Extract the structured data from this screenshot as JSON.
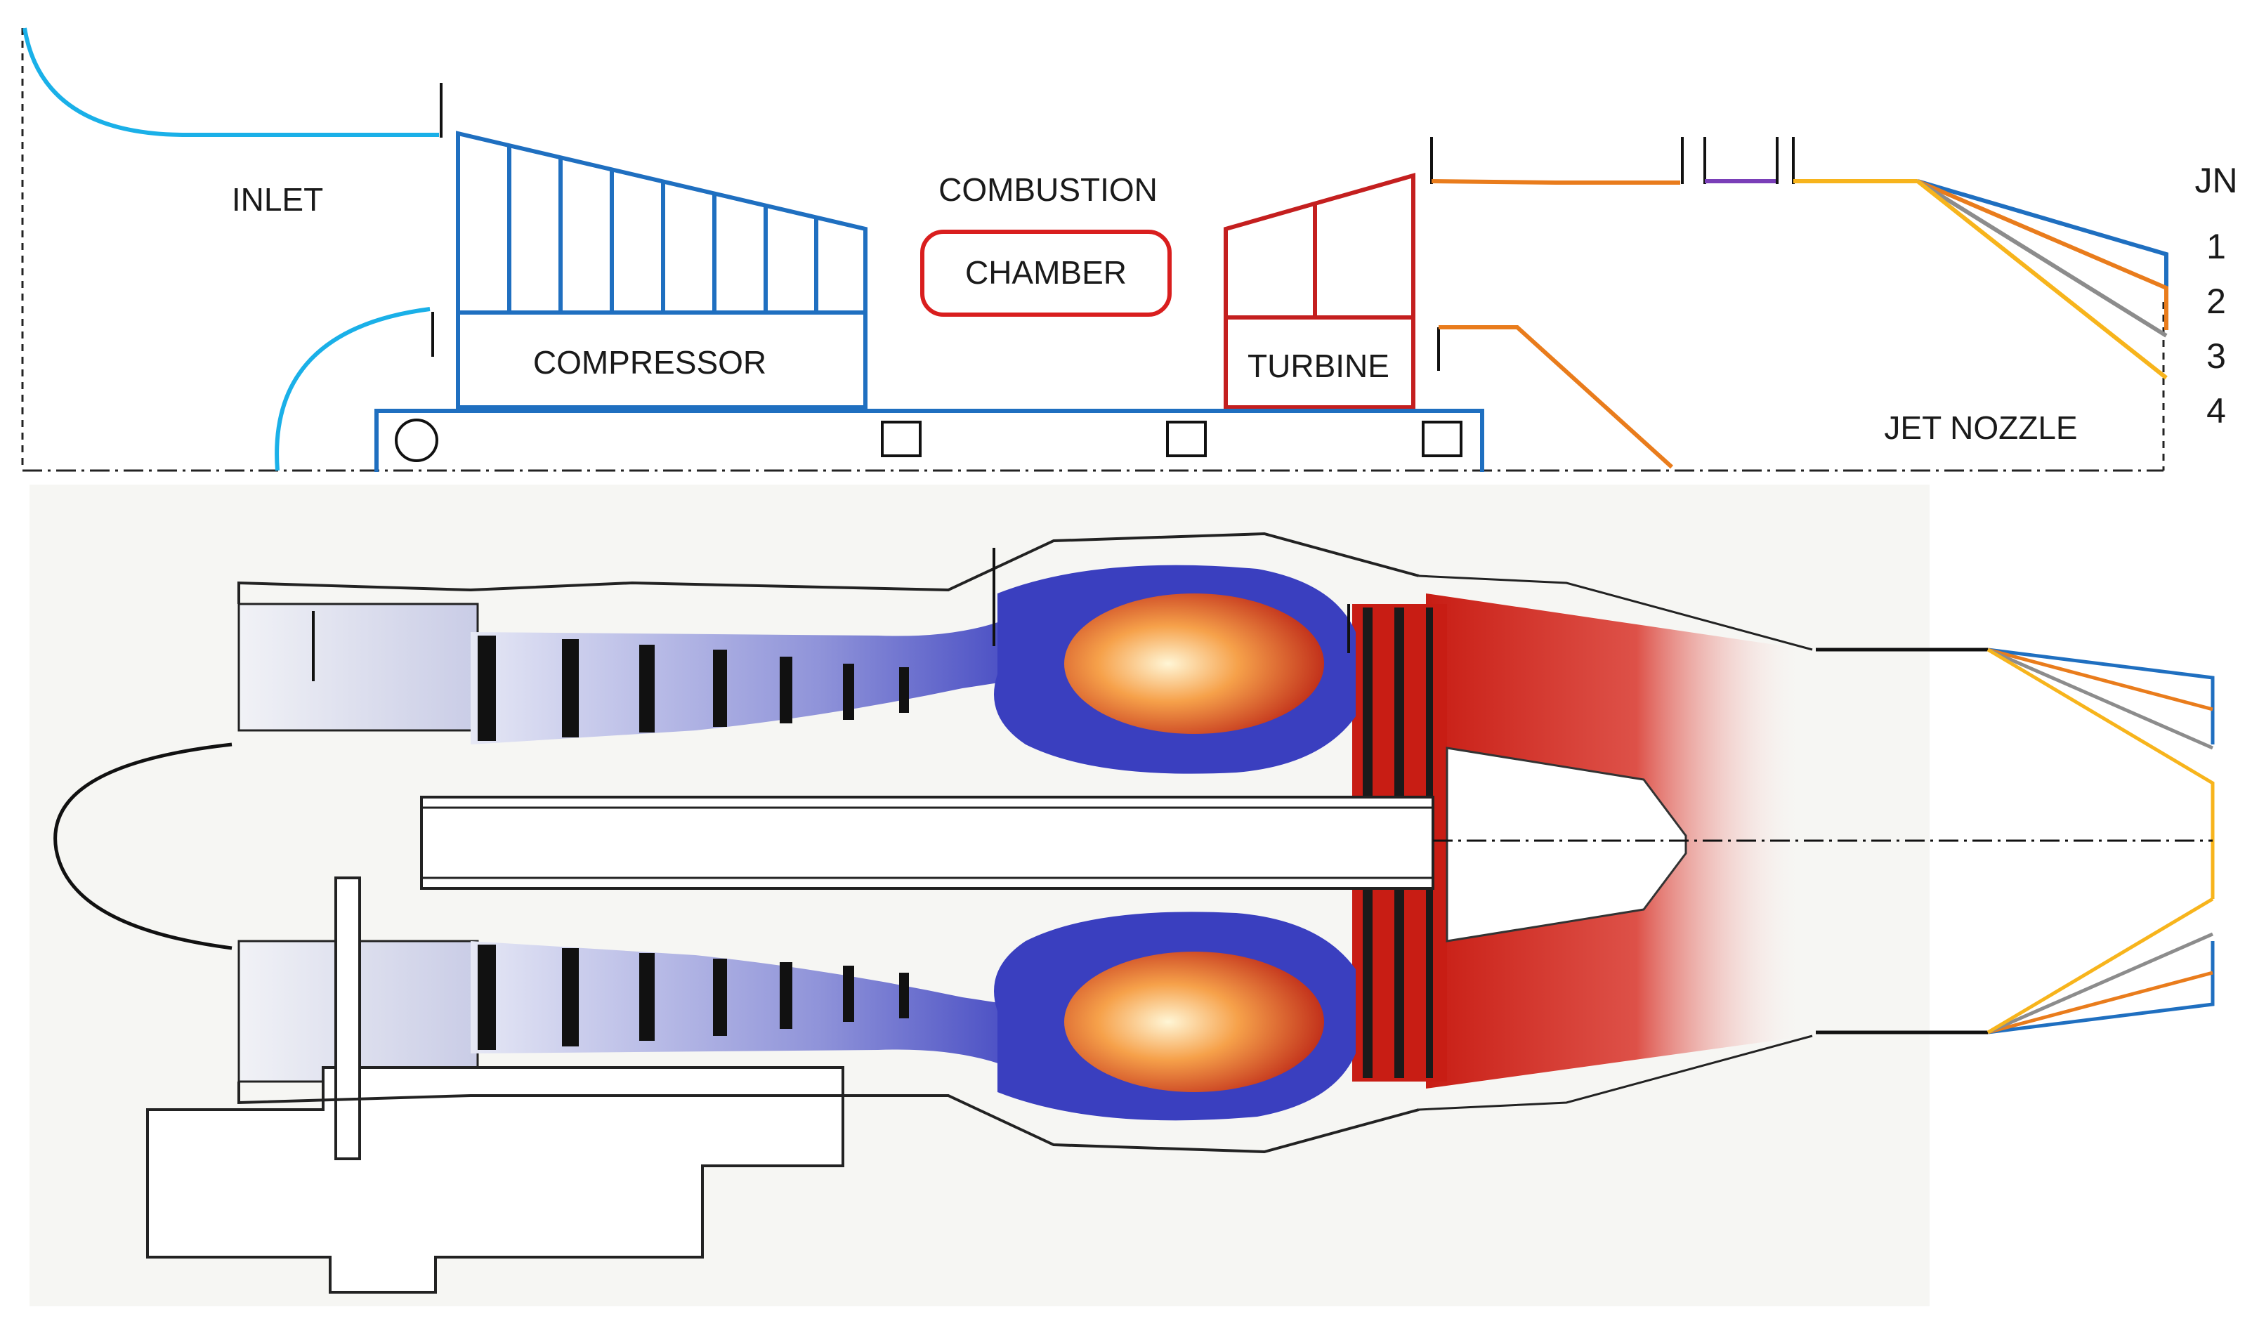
{
  "labels": {
    "inlet": "INLET",
    "combustion": "COMBUSTION",
    "chamber": "CHAMBER",
    "compressor": "COMPRESSOR",
    "turbine": "TURBINE",
    "jet_nozzle": "JET NOZZLE",
    "jn_header": "JN",
    "jn_1": "1",
    "jn_2": "2",
    "jn_3": "3",
    "jn_4": "4"
  },
  "colors": {
    "inlet": "#1ab0e8",
    "compressor": "#1f6fc0",
    "combustion": "#d91e1e",
    "turbine": "#c41f1f",
    "shaft": "#1f6fc0",
    "nozzle_segment_1": "#e97c1c",
    "nozzle_segment_2": "#7a3fb8",
    "nozzle_segment_3": "#f7b41c",
    "jn_1": "#1f6fc0",
    "jn_2": "#e97c1c",
    "jn_3": "#8c8c8c",
    "jn_4": "#f7b41c",
    "engine_cold": "#3a3fbf",
    "engine_hot": "#c81d14"
  },
  "icons": {
    "bearing_front": "circle-icon",
    "bearing_mid": "square-icon",
    "bearing_turbine": "square-icon",
    "bearing_rear": "square-icon"
  }
}
